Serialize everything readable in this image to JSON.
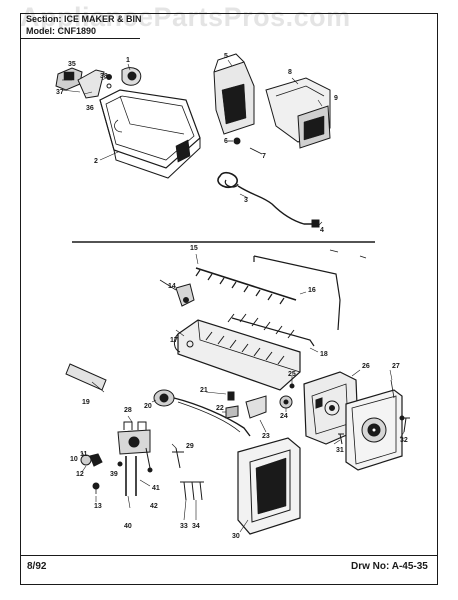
{
  "header": {
    "section_line": "Section: ICE MAKER & BIN",
    "model_line": "Model: CNF1890"
  },
  "watermark": "AppliancePartsPros.com",
  "footer": {
    "date": "8/92",
    "drawing_number": "Drw  No:  A-45-35"
  },
  "callouts": [
    "1",
    "2",
    "3",
    "4",
    "5",
    "6",
    "7",
    "8",
    "9",
    "10",
    "11",
    "12",
    "13",
    "14",
    "15",
    "16",
    "17",
    "18",
    "19",
    "20",
    "21",
    "22",
    "23",
    "24",
    "25",
    "26",
    "27",
    "28",
    "29",
    "30",
    "31",
    "32",
    "33",
    "34",
    "35",
    "36",
    "37",
    "38",
    "39",
    "40",
    "41",
    "42"
  ],
  "colors": {
    "ink": "#1a1a1a",
    "paper": "#ffffff",
    "watermark": "#8a8a8a"
  }
}
